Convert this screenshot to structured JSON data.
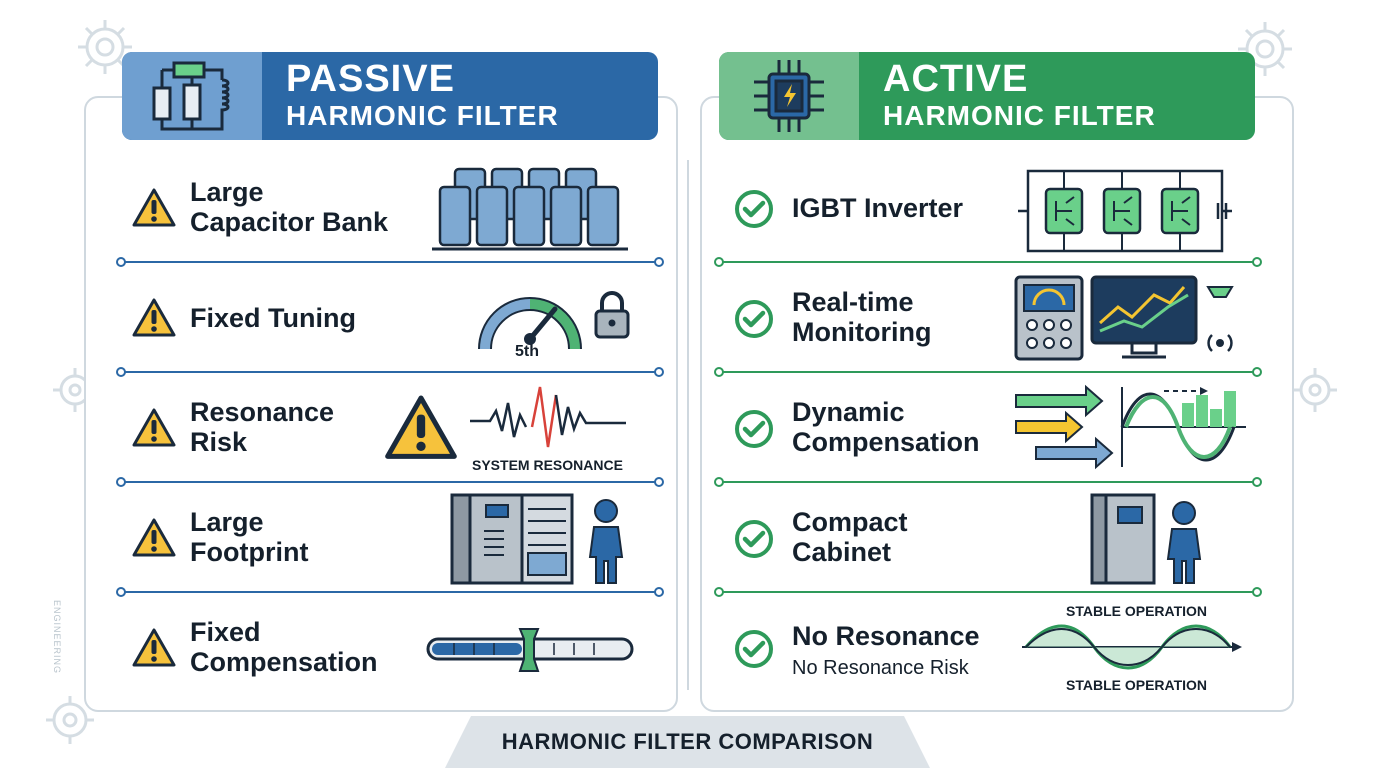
{
  "passive": {
    "title_line1": "PASSIVE",
    "title_line2": "HARMONIC FILTER",
    "color": "#2b68a6",
    "icon_bg": "#6f9fd0",
    "rows": [
      {
        "label": "Large\nCapacitor Bank",
        "status_icon": "warning-icon",
        "illustration": "capacitor-bank-icon"
      },
      {
        "label": "Fixed Tuning",
        "status_icon": "warning-icon",
        "illustration": "tuning-gauge-icon",
        "caption": "5th"
      },
      {
        "label": "Resonance\nRisk",
        "status_icon": "warning-icon",
        "illustration": "resonance-waveform-icon",
        "caption": "SYSTEM RESONANCE"
      },
      {
        "label": "Large\nFootprint",
        "status_icon": "warning-icon",
        "illustration": "large-cabinet-icon"
      },
      {
        "label": "Fixed\nCompensation",
        "status_icon": "warning-icon",
        "illustration": "fixed-slider-icon"
      }
    ]
  },
  "active": {
    "title_line1": "ACTIVE",
    "title_line2": "HARMONIC FILTER",
    "color": "#2e9a5a",
    "icon_bg": "#74c08f",
    "rows": [
      {
        "label": "IGBT Inverter",
        "status_icon": "check-icon",
        "illustration": "igbt-circuit-icon"
      },
      {
        "label": "Real-time\nMonitoring",
        "status_icon": "check-icon",
        "illustration": "monitoring-screen-icon"
      },
      {
        "label": "Dynamic\nCompensation",
        "status_icon": "check-icon",
        "illustration": "dynamic-waveform-icon"
      },
      {
        "label": "Compact\nCabinet",
        "status_icon": "check-icon",
        "illustration": "compact-cabinet-icon"
      },
      {
        "label": "No Resonance",
        "sublabel": "No Resonance Risk",
        "status_icon": "check-icon",
        "illustration": "stable-wave-icon",
        "caption_top": "STABLE OPERATION",
        "caption_bottom": "STABLE OPERATION"
      }
    ]
  },
  "side_text": "ENGINEERING",
  "footer": "HARMONIC FILTER COMPARISON"
}
